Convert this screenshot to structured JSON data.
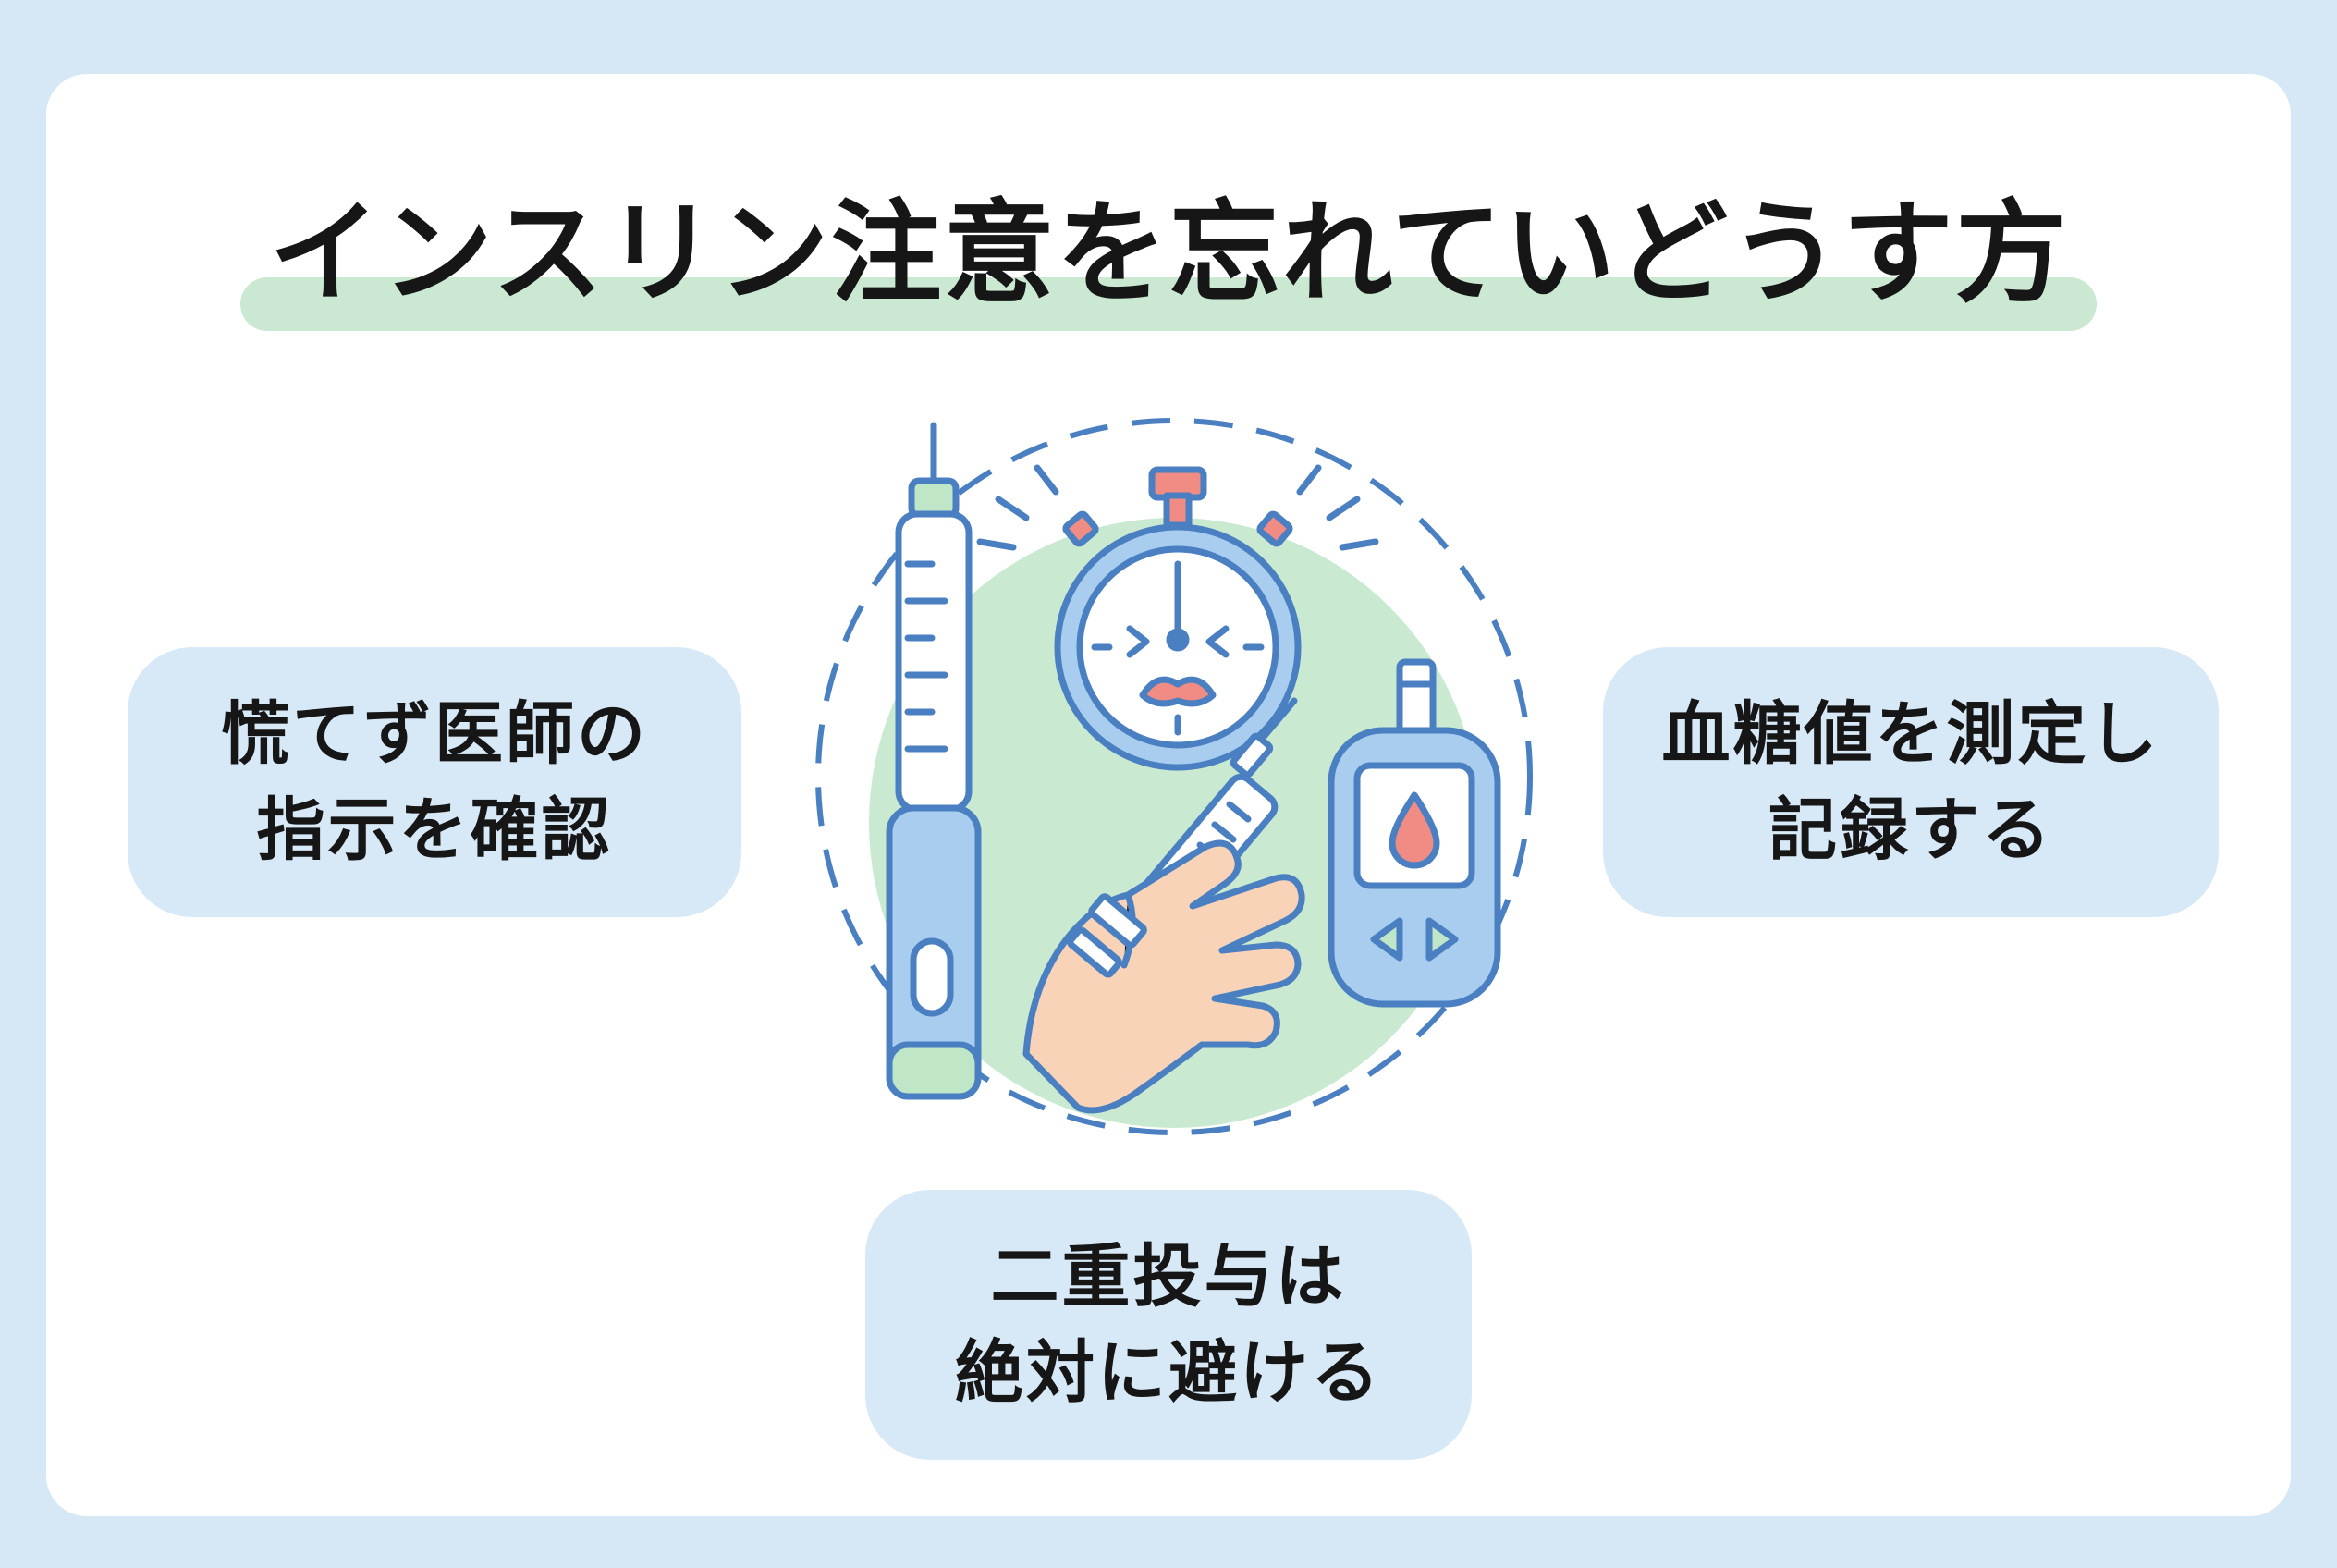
{
  "title": "インスリン注意を忘れていどうす方",
  "tips": {
    "left": {
      "line1": "慌てず医師の",
      "line2": "指示を確認"
    },
    "right": {
      "line1": "血糖値を測定し",
      "line2": "記録する"
    },
    "bottom": {
      "line1": "二重投与は",
      "line2": "絶対に避ける"
    }
  },
  "illustration": {
    "icons": [
      "insulin-pen-icon",
      "stopwatch-icon",
      "syringe-hand-icon",
      "glucose-meter-icon"
    ]
  },
  "colors": {
    "background": "#d6e8f6",
    "card": "#ffffff",
    "bubble": "#d7e9f7",
    "title_highlight": "#cbe9d2",
    "outline": "#4a7fc1",
    "blue_fill": "#a9cdee",
    "green_fill": "#bfe6c6",
    "accent_red": "#f08c83",
    "skin": "#f9d3b7"
  }
}
